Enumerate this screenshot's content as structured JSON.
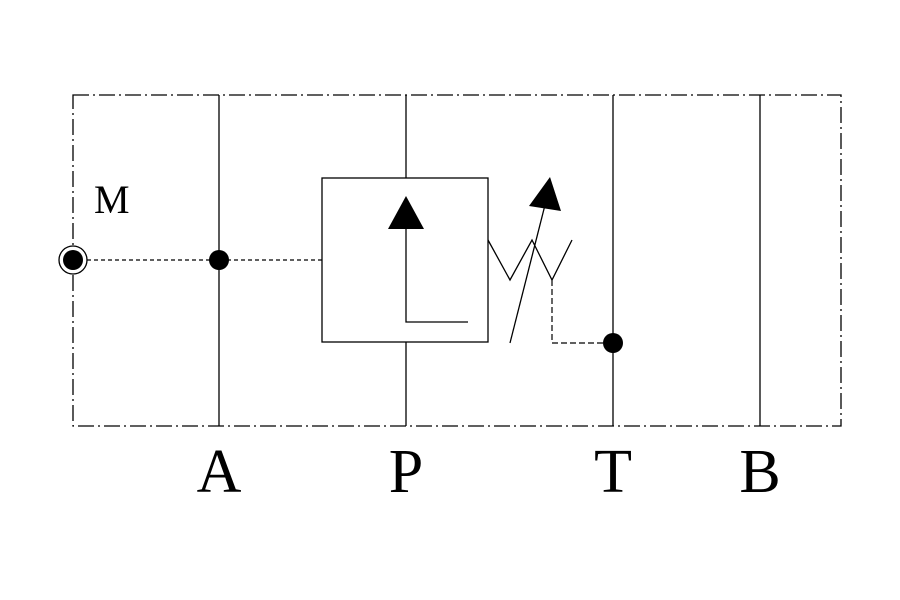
{
  "diagram": {
    "gauge_label": "M",
    "ports": {
      "a": "A",
      "p": "P",
      "t": "T",
      "b": "B"
    }
  },
  "colors": {
    "line": "#000000",
    "background": "#ffffff"
  }
}
